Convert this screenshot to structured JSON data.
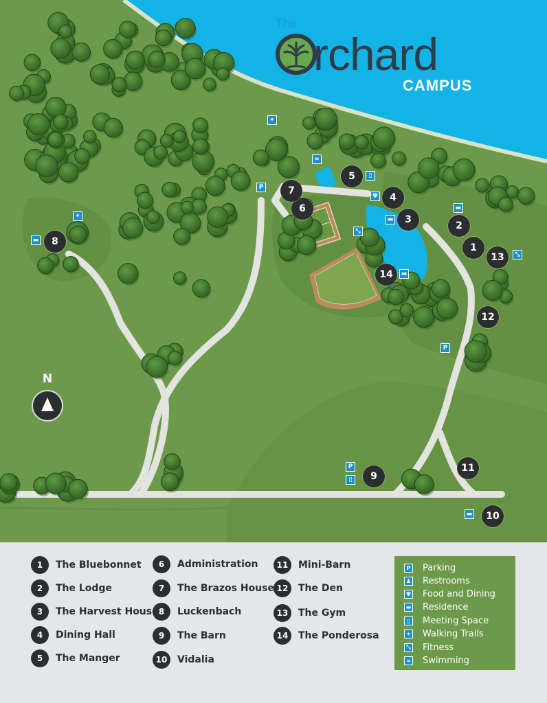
{
  "logo": {
    "prefix": "The",
    "word": "rchard",
    "sub": "CAMPUS"
  },
  "north_label": "N",
  "locations": [
    {
      "num": "1",
      "name": "The Bluebonnet"
    },
    {
      "num": "2",
      "name": "The Lodge"
    },
    {
      "num": "3",
      "name": "The Harvest House"
    },
    {
      "num": "4",
      "name": "Dining Hall"
    },
    {
      "num": "5",
      "name": "The Manger"
    },
    {
      "num": "6",
      "name": "Administration"
    },
    {
      "num": "7",
      "name": "The Brazos House"
    },
    {
      "num": "8",
      "name": "Luckenbach"
    },
    {
      "num": "9",
      "name": "The Barn"
    },
    {
      "num": "10",
      "name": "Vidalia"
    },
    {
      "num": "11",
      "name": "Mini-Barn"
    },
    {
      "num": "12",
      "name": "The Den"
    },
    {
      "num": "13",
      "name": "The Gym"
    },
    {
      "num": "14",
      "name": "The Ponderosa"
    }
  ],
  "amenities": [
    {
      "icon": "parking-icon",
      "glyph": "P",
      "label": "Parking"
    },
    {
      "icon": "restrooms-icon",
      "glyph": "♟",
      "label": "Restrooms"
    },
    {
      "icon": "food-dining-icon",
      "glyph": "Ψ",
      "label": "Food and Dining"
    },
    {
      "icon": "residence-icon",
      "glyph": "▬",
      "label": "Residence"
    },
    {
      "icon": "meeting-space-icon",
      "glyph": "▯",
      "label": "Meeting Space"
    },
    {
      "icon": "walking-trails-icon",
      "glyph": "✦",
      "label": "Walking Trails"
    },
    {
      "icon": "fitness-icon",
      "glyph": "⤡",
      "label": "Fitness"
    },
    {
      "icon": "swimming-icon",
      "glyph": "≈",
      "label": "Swimming"
    }
  ],
  "colors": {
    "water": "#13b3e6",
    "grass": "#6d9a4a",
    "grass_dark": "#5f8b3f",
    "road": "#e3e3e0",
    "pin": "#2b2d2f",
    "icon_blue": "#1e8fc7"
  }
}
